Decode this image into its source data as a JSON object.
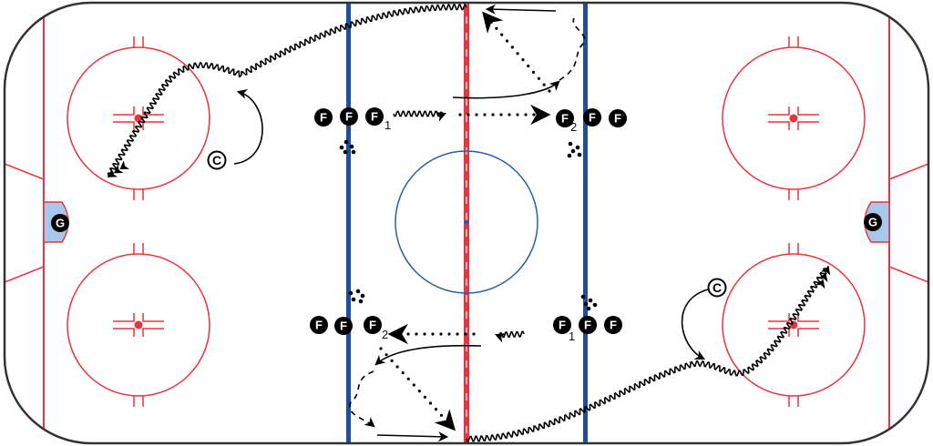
{
  "diagram": {
    "type": "hockey-drill",
    "colors": {
      "boards": "#333333",
      "red_line": "#e8343f",
      "blue_line": "#1f4e9c",
      "center_circle": "#2a5caa",
      "crease": "#a9c8ee",
      "player": "#000000"
    },
    "players": {
      "forward_label": "F",
      "goalie_label": "G",
      "coach_label": "C",
      "sub_1": "1",
      "sub_2": "2"
    }
  }
}
